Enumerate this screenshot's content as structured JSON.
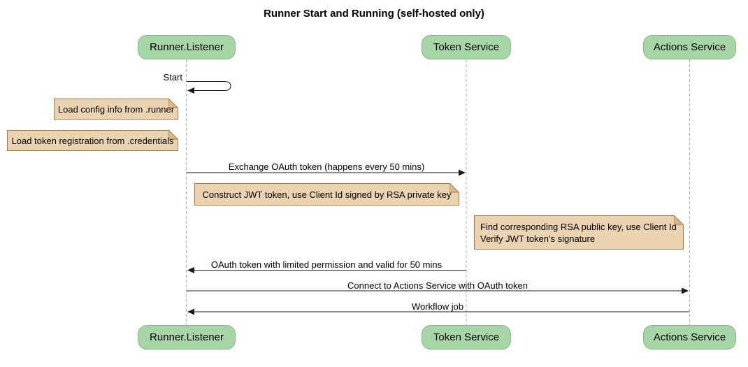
{
  "diagram": {
    "type": "sequence-diagram",
    "title": "Runner Start and Running (self-hosted only)"
  },
  "participants": [
    {
      "id": "runner-listener",
      "label": "Runner.Listener"
    },
    {
      "id": "token-service",
      "label": "Token Service"
    },
    {
      "id": "actions-service",
      "label": "Actions Service"
    }
  ],
  "messages": [
    {
      "label": "Start",
      "from": "Runner.Listener",
      "to": "Runner.Listener",
      "kind": "self"
    },
    {
      "label": "Exchange OAuth token (happens every 50 mins)",
      "from": "Runner.Listener",
      "to": "Token Service",
      "kind": "arrow-right"
    },
    {
      "label": "OAuth token with limited permission and valid for 50 mins",
      "from": "Token Service",
      "to": "Runner.Listener",
      "kind": "arrow-left"
    },
    {
      "label": "Connect to Actions Service with OAuth token",
      "from": "Runner.Listener",
      "to": "Actions Service",
      "kind": "arrow-right"
    },
    {
      "label": "Workflow job",
      "from": "Actions Service",
      "to": "Runner.Listener",
      "kind": "arrow-left"
    }
  ],
  "notes": [
    {
      "text": "Load config info from .runner"
    },
    {
      "text": "Load token registration from .credentials"
    },
    {
      "text": "Construct JWT token, use Client Id signed by RSA private key"
    },
    {
      "line1": "Find corresponding RSA public key, use Client Id",
      "line2": "Verify JWT token's signature"
    }
  ],
  "colors": {
    "participant_fill": "#a6d6a6",
    "participant_border": "#8cb48c",
    "note_fill": "#ebd3b2",
    "note_border": "#a07c45",
    "note_fold": "#d9b98c",
    "lifeline": "#b0b0b0",
    "arrow": "#1a1a1a"
  }
}
